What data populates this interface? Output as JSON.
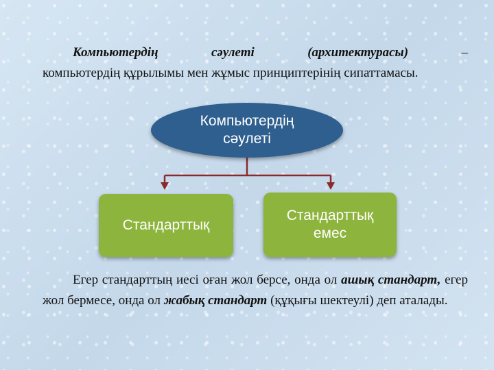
{
  "intro": {
    "term": "Компьютердің сәулеті (архитектурасы)",
    "term_words": [
      "Компьютердің",
      "сәулеті",
      "(архитектурасы)"
    ],
    "dash": "–",
    "definition": "компьютердің құрылымы мен жұмыс принциптерінің сипаттамасы."
  },
  "diagram": {
    "root": {
      "label": "Компьютердің сәулеті",
      "line1": "Компьютердің",
      "line2": "сәулеті",
      "color": "#2e5e8e"
    },
    "children": [
      {
        "label": "Стандарттық",
        "line1": "Стандарттық",
        "line2": "",
        "color": "#8db43e"
      },
      {
        "label": "Стандарттық емес",
        "line1": "Стандарттық",
        "line2": "емес",
        "color": "#8db43e"
      }
    ],
    "connector_color": "#8b2a2a"
  },
  "footer": {
    "text_before": "Егер стандарттың иесі оған жол берсе, онда ол",
    "open_term": "ашық стандарт,",
    "text_middle": "егер жол бермесе, онда ол",
    "closed_term": "жабық стандарт",
    "text_after": "(құқығы шектеулі) деп аталады."
  }
}
